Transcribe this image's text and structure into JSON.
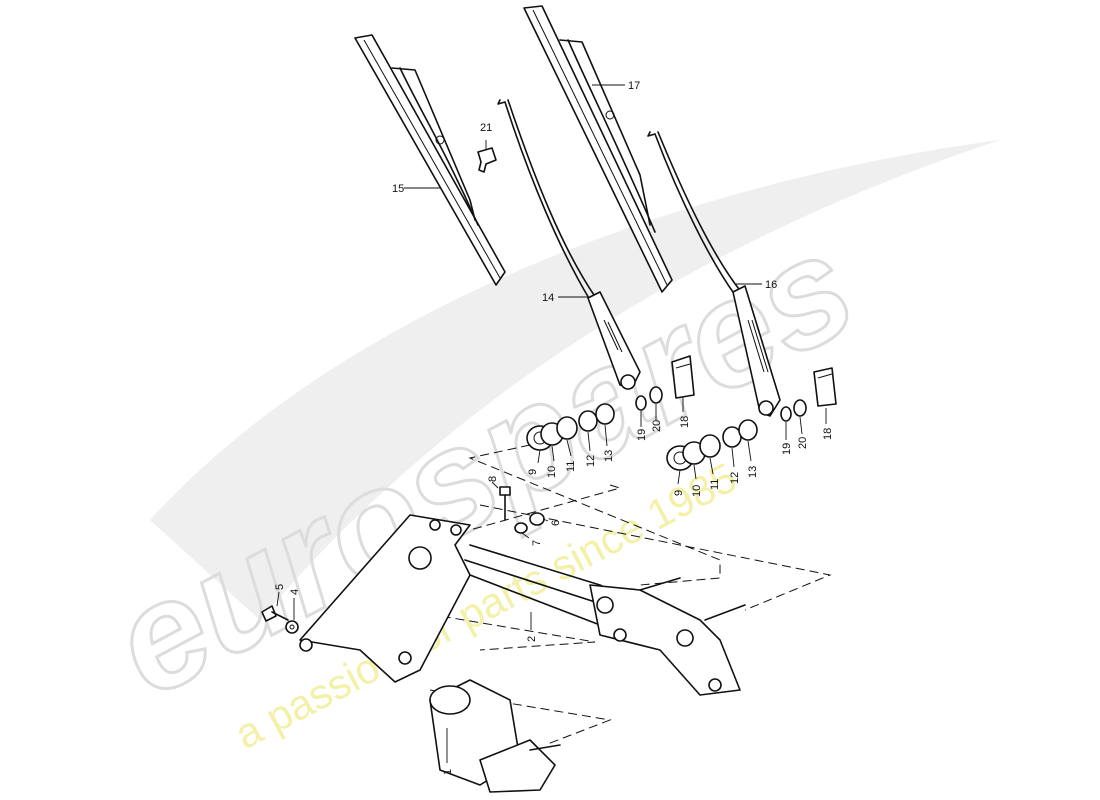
{
  "watermark": {
    "brand": "eurospares",
    "tagline": "a passion for parts since 1985",
    "brand_color": "#dcdcdc",
    "tagline_color": "#f2ef9a"
  },
  "callouts": {
    "c1": "1",
    "c2": "2",
    "c4": "4",
    "c5": "5",
    "c6": "6",
    "c7": "7",
    "c8": "8",
    "c9a": "9",
    "c10a": "10",
    "c11a": "11",
    "c12a": "12",
    "c13a": "13",
    "c9b": "9",
    "c10b": "10",
    "c11b": "11",
    "c12b": "12",
    "c13b": "13",
    "c14": "14",
    "c15": "15",
    "c16": "16",
    "c17": "17",
    "c18a": "18",
    "c18b": "18",
    "c19a": "19",
    "c19b": "19",
    "c20a": "20",
    "c20b": "20",
    "c21": "21"
  }
}
